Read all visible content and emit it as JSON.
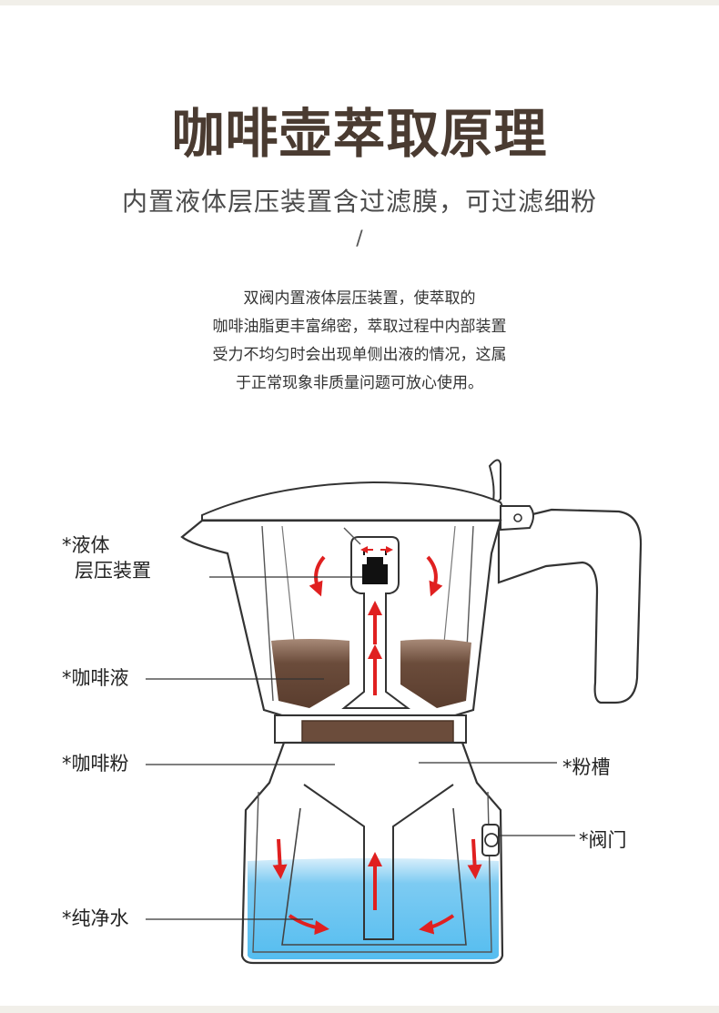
{
  "title": "咖啡壶萃取原理",
  "subtitle": "内置液体层压装置含过滤膜，可过滤细粉",
  "divider": "/",
  "description": [
    "双阀内置液体层压装置，使萃取的",
    "咖啡油脂更丰富绵密，萃取过程中内部装置",
    "受力不均匀时会出现单侧出液的情况，这属",
    "于正常现象非质量问题可放心使用。"
  ],
  "labels": {
    "pressure_device_line1": "*液体",
    "pressure_device_line2": "层压装置",
    "coffee_liquid": "*咖啡液",
    "coffee_powder": "*咖啡粉",
    "powder_slot": "*粉槽",
    "valve": "*阀门",
    "pure_water": "*纯净水"
  },
  "colors": {
    "title": "#4a3b31",
    "coffee": "#6b4c3b",
    "water": "#6fc6f0",
    "arrow": "#e02020",
    "outline": "#333333"
  }
}
